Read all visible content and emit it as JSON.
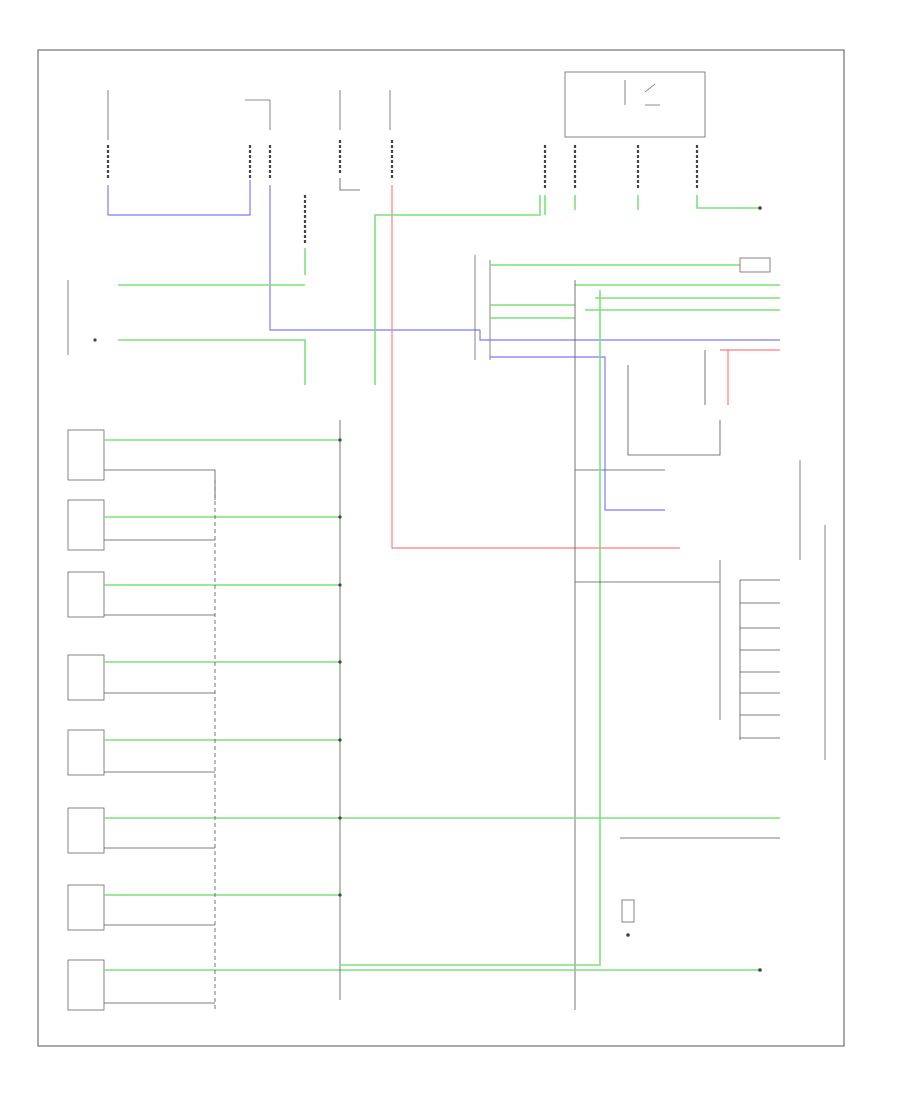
{
  "diagram": {
    "footer_code": "",
    "colors": {
      "ground_wire": "#7ee07e",
      "signal_wire_blue": "#7b7bff",
      "power_wire_red": "#ff7b7b",
      "outline": "#555555"
    },
    "components": [
      "fuse-block-left",
      "fuse-block-center",
      "fuse-block-right",
      "relay-top-right",
      "combination-switch",
      "combination-meter",
      "ground-switch-1",
      "ground-switch-2",
      "ground-switch-3",
      "ground-switch-4",
      "ground-switch-5",
      "ground-switch-6",
      "ground-switch-7",
      "ground-switch-8",
      "door-switch",
      "ground-point"
    ]
  }
}
